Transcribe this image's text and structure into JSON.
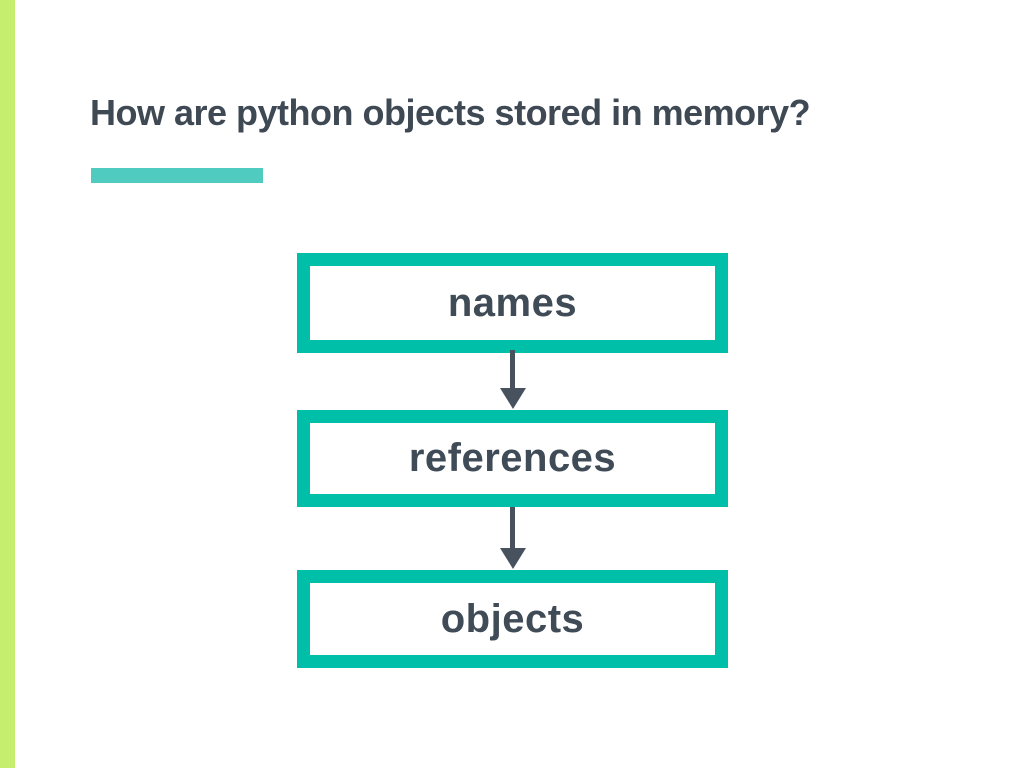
{
  "slide": {
    "title": "How are python objects stored in memory?",
    "colors": {
      "left_edge_bar": "#c6ee6e",
      "title_accent_bar": "#4fcbc0",
      "box_border": "#00bfa8",
      "box_background": "#ffffff",
      "text": "#3e4954",
      "arrow": "#47525e"
    },
    "diagram": {
      "type": "flow",
      "boxes": [
        {
          "label": "names"
        },
        {
          "label": "references"
        },
        {
          "label": "objects"
        }
      ],
      "connections": [
        {
          "from": "names",
          "to": "references",
          "style": "arrow-down"
        },
        {
          "from": "references",
          "to": "objects",
          "style": "arrow-down"
        }
      ]
    }
  }
}
